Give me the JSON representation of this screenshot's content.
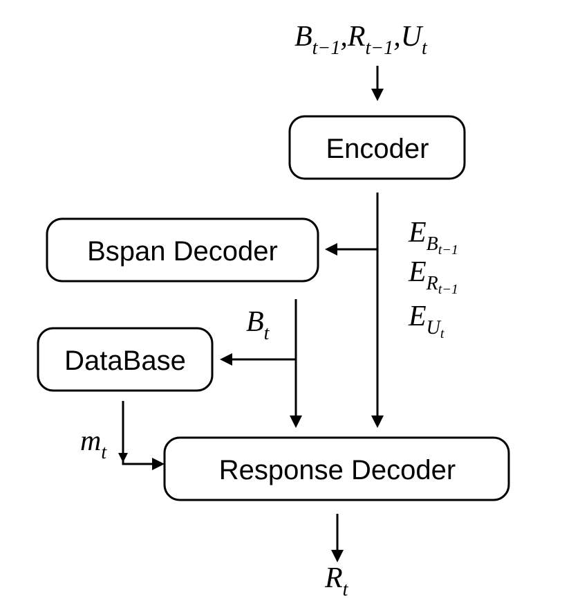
{
  "input": {
    "b": "B",
    "b_sub": "t−1",
    "sep1": ",",
    "r": "R",
    "r_sub": "t−1",
    "sep2": ",",
    "u": "U",
    "u_sub": "t"
  },
  "nodes": {
    "encoder": "Encoder",
    "bspan_decoder": "Bspan Decoder",
    "database": "DataBase",
    "response_decoder": "Response Decoder"
  },
  "encodings": [
    {
      "base": "E",
      "sub": "B",
      "subsub": "t−1"
    },
    {
      "base": "E",
      "sub": "R",
      "subsub": "t−1"
    },
    {
      "base": "E",
      "sub": "U",
      "subsub": "t"
    }
  ],
  "edge_labels": {
    "bt": {
      "base": "B",
      "sub": "t"
    },
    "mt": {
      "base": "m",
      "sub": "t"
    }
  },
  "output": {
    "base": "R",
    "sub": "t"
  }
}
